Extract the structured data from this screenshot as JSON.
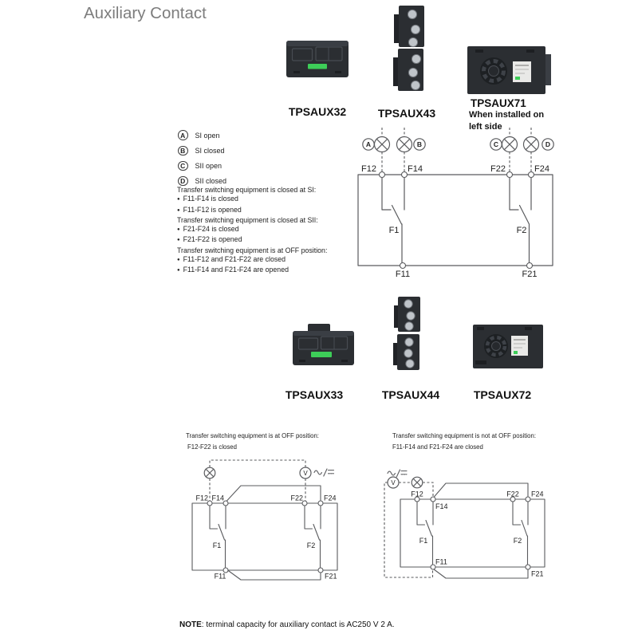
{
  "title": "Auxiliary Contact",
  "products": {
    "row1": [
      {
        "name": "TPSAUX32"
      },
      {
        "name": "TPSAUX43"
      },
      {
        "name": "TPSAUX71",
        "note_lines": [
          "When installed on",
          "left side"
        ]
      }
    ],
    "row2": [
      {
        "name": "TPSAUX33"
      },
      {
        "name": "TPSAUX44"
      },
      {
        "name": "TPSAUX72"
      }
    ]
  },
  "legend": [
    {
      "key": "A",
      "label": "SI open"
    },
    {
      "key": "B",
      "label": "SI closed"
    },
    {
      "key": "C",
      "label": "SII open"
    },
    {
      "key": "D",
      "label": "SII closed"
    }
  ],
  "conditions": [
    {
      "style": "header",
      "text": "Transfer switching equipment is closed at SI:"
    },
    {
      "style": "bullet",
      "text": "F11-F14 is closed"
    },
    {
      "style": "bullet",
      "text": "F11-F12 is opened"
    },
    {
      "style": "header",
      "text": "Transfer switching equipment is closed at SII:"
    },
    {
      "style": "bullet",
      "text": "F21-F24 is closed"
    },
    {
      "style": "bullet",
      "text": "F21-F22 is opened"
    },
    {
      "style": "header",
      "text": "Transfer switching equipment is at OFF position:"
    },
    {
      "style": "bullet",
      "text": "F11-F12 and F21-F22 are closed"
    },
    {
      "style": "bullet",
      "text": "F11-F14 and F21-F24 are opened"
    }
  ],
  "diagram_labels": {
    "f12": "F12",
    "f14": "F14",
    "f22": "F22",
    "f24": "F24",
    "f11": "F11",
    "f21": "F21",
    "f1": "F1",
    "f2": "F2",
    "voltmeter": "V"
  },
  "bottom_left_diagram": {
    "caption_lines": [
      "Transfer switching equipment is at OFF position:",
      "F12-F22 is closed"
    ]
  },
  "bottom_right_diagram": {
    "caption_lines": [
      "Transfer switching equipment is not at OFF position:",
      "F11-F14 and F21-F24 are closed"
    ]
  },
  "note": {
    "label": "NOTE",
    "text": ": terminal capacity for auxiliary contact is AC250 V 2 A."
  }
}
